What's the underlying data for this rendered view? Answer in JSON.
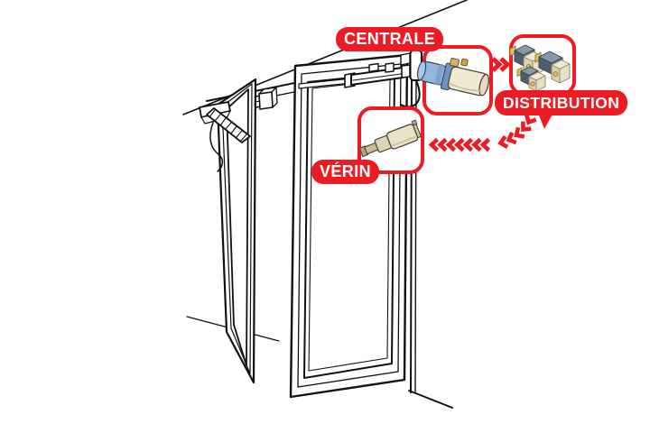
{
  "diagram": {
    "type": "infographic-diagram",
    "subject": "Automatic bi-fold door pneumatic drive system",
    "labels": {
      "centrale": "CENTRALE",
      "distribution": "DISTRIBUTION",
      "verin": "VÉRIN"
    },
    "callouts": [
      {
        "id": "centrale",
        "label": "CENTRALE",
        "illustration": "hydraulic-power-unit"
      },
      {
        "id": "distribution",
        "label": "DISTRIBUTION",
        "illustration": "valve-manifold"
      },
      {
        "id": "verin",
        "label": "VÉRIN",
        "illustration": "linear-actuator-cylinder"
      }
    ],
    "connections": [
      {
        "from": "centrale",
        "to": "distribution",
        "arrow": "double-chevron-right"
      },
      {
        "from": "distribution",
        "to": "verin",
        "arrow": "dashed-chevron-curve-left"
      }
    ],
    "scene": "line-art of folding door with ceiling track, scissor arm, door-mounted actuator and wall-mounted power unit",
    "colors": {
      "accent_red": "#ED1C24",
      "ink": "#111111",
      "pump_blue": "#92B8DC",
      "cream": "#EFE8D2",
      "tan": "#D9B468",
      "valve_dark": "#4E5E6C",
      "valve_mid": "#66798A",
      "valve_light": "#8799A8",
      "yellow": "#E2C25F"
    }
  }
}
